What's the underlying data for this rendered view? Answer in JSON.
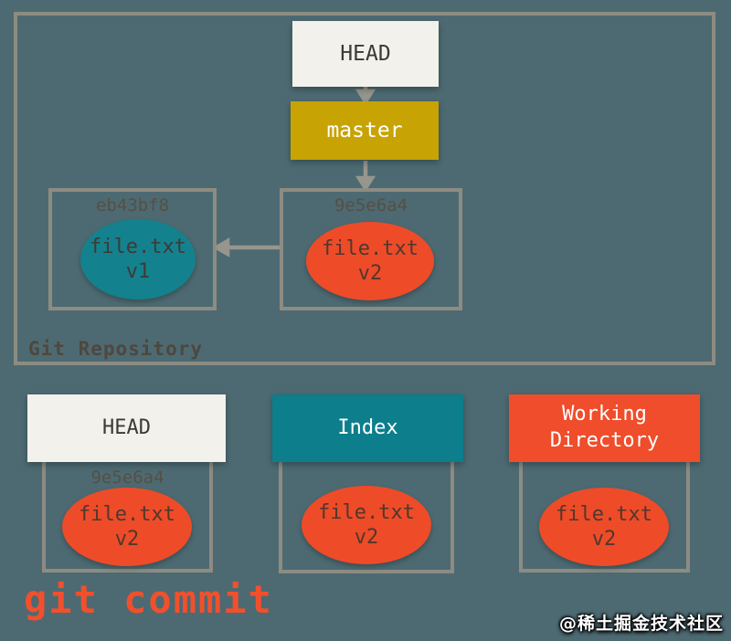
{
  "diagram": {
    "repository": {
      "label": "Git Repository",
      "head": "HEAD",
      "branch": "master",
      "commits": [
        {
          "hash": "eb43bf8",
          "file": "file.txt",
          "version": "v1"
        },
        {
          "hash": "9e5e6a4",
          "file": "file.txt",
          "version": "v2"
        }
      ]
    },
    "areas": [
      {
        "title": "HEAD",
        "hash": "9e5e6a4",
        "file": "file.txt",
        "version": "v2"
      },
      {
        "title": "Index",
        "hash": "",
        "file": "file.txt",
        "version": "v2"
      },
      {
        "title": "Working Directory",
        "hash": "",
        "file": "file.txt",
        "version": "v2"
      }
    ],
    "caption": "git commit",
    "watermark": "@稀土掘金技术社区"
  },
  "colors": {
    "background": "#4d6a72",
    "box_border": "#8d8c82",
    "head_box": "#f2f1ec",
    "master_branch": "#c7a303",
    "index_teal": "#0c7e8c",
    "version1_teal": "#13828e",
    "working_red": "#ef4d2b",
    "version2_red": "#ee4b29",
    "caption_red": "#f1502c",
    "arrow_gray": "#97968d",
    "hash_text": "#564f45"
  }
}
